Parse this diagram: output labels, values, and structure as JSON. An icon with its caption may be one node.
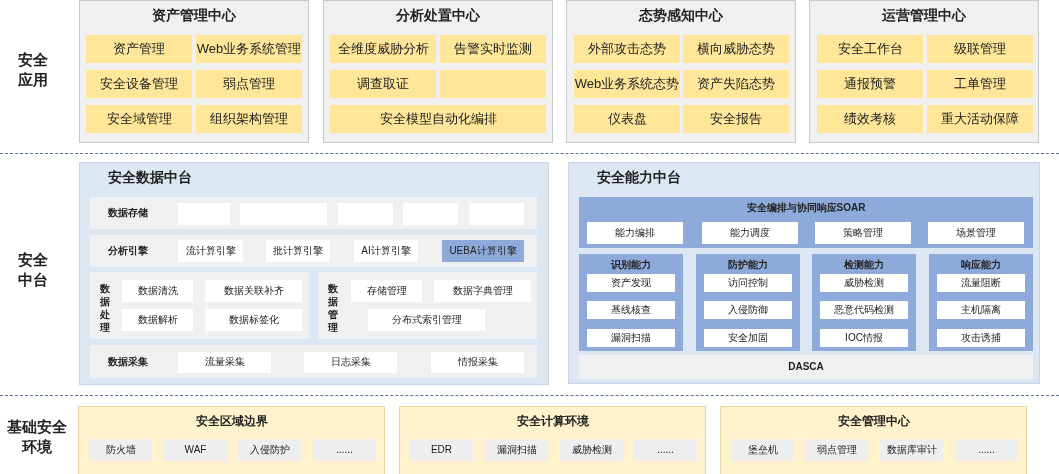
{
  "diagram": {
    "nodes": [
      {
        "text": [
          "资产管理中心"
        ]
      },
      {
        "text": [
          "资产管理"
        ],
        "in": 0
      },
      {
        "text": [
          "Web业务系统管理"
        ],
        "in": 0
      },
      {
        "text": [
          "安全设备管理"
        ],
        "in": 0
      },
      {
        "text": [
          "弱点管理"
        ],
        "in": 0
      },
      {
        "text": [
          "安全域管理"
        ],
        "in": 0
      },
      {
        "text": [
          "组织架构管理"
        ],
        "in": 0
      },
      {
        "text": [
          "分析处置中心"
        ]
      },
      {
        "text": [
          "全维度威胁分析"
        ],
        "in": 7
      },
      {
        "text": [
          "告警实时监测"
        ],
        "in": 7
      },
      {
        "text": [
          "调查取证"
        ],
        "in": 7
      },
      {
        "text": [],
        "shape": "box",
        "in": 7
      },
      {
        "text": [
          "安全模型自动化编排"
        ],
        "in": 7
      },
      {
        "text": [
          "态势感知中心"
        ]
      },
      {
        "text": [
          "外部攻击态势"
        ],
        "in": 13
      },
      {
        "text": [
          "横向威胁态势"
        ],
        "in": 13
      },
      {
        "text": [
          "Web业务系统态势"
        ],
        "in": 13
      },
      {
        "text": [
          "资产失陷态势"
        ],
        "in": 13
      },
      {
        "text": [
          "仪表盘"
        ],
        "in": 13
      },
      {
        "text": [
          "安全报告"
        ],
        "in": 13
      },
      {
        "text": [
          "运营管理中心"
        ]
      },
      {
        "text": [
          "安全工作台"
        ],
        "in": 20
      },
      {
        "text": [
          "级联管理"
        ],
        "in": 20
      },
      {
        "text": [
          "通报预警"
        ],
        "in": 20
      },
      {
        "text": [
          "工单管理"
        ],
        "in": 20
      },
      {
        "text": [
          "绩效考核"
        ],
        "in": 20
      },
      {
        "text": [
          "重大活动保障"
        ],
        "in": 20
      },
      {
        "text": [
          "安全数据中台"
        ]
      },
      {
        "text": [
          "数据存储"
        ],
        "in": 27
      },
      {
        "text": [],
        "shape": "box",
        "in": 28
      },
      {
        "text": [],
        "shape": "box",
        "in": 28
      },
      {
        "text": [],
        "shape": "box",
        "in": 28
      },
      {
        "text": [],
        "shape": "box",
        "in": 28
      },
      {
        "text": [],
        "shape": "box",
        "in": 28
      },
      {
        "text": [
          "分析引擎"
        ],
        "in": 27
      },
      {
        "text": [
          "流计算引擎"
        ],
        "in": 34
      },
      {
        "text": [
          "批计算引擎"
        ],
        "in": 34
      },
      {
        "text": [
          "AI计算引擎"
        ],
        "in": 34
      },
      {
        "text": [
          "UEBA计算引擎"
        ],
        "in": 34
      },
      {
        "text": [
          "数据处理"
        ],
        "in": 27
      },
      {
        "text": [
          "数据清洗"
        ],
        "in": 39
      },
      {
        "text": [
          "数据关联补齐"
        ],
        "in": 39
      },
      {
        "text": [
          "数据解析"
        ],
        "in": 39
      },
      {
        "text": [
          "数据标签化"
        ],
        "in": 39
      },
      {
        "text": [
          "数据管理"
        ],
        "in": 27
      },
      {
        "text": [
          "存储管理"
        ],
        "in": 44
      },
      {
        "text": [
          "数据字典管理"
        ],
        "in": 44
      },
      {
        "text": [
          "分布式索引管理"
        ],
        "in": 44
      },
      {
        "text": [
          "数据采集"
        ],
        "in": 27
      },
      {
        "text": [
          "流量采集"
        ],
        "in": 48
      },
      {
        "text": [
          "日志采集"
        ],
        "in": 48
      },
      {
        "text": [
          "情报采集"
        ],
        "in": 48
      },
      {
        "text": [
          "安全能力中台"
        ]
      },
      {
        "text": [
          "安全编排与协同响应SOAR"
        ],
        "in": 52
      },
      {
        "text": [
          "能力编排"
        ],
        "in": 53
      },
      {
        "text": [
          "能力调度"
        ],
        "in": 53
      },
      {
        "text": [
          "策略管理"
        ],
        "in": 53
      },
      {
        "text": [
          "场景管理"
        ],
        "in": 53
      },
      {
        "text": [
          "识别能力"
        ],
        "in": 52
      },
      {
        "text": [
          "资产发现"
        ],
        "in": 58
      },
      {
        "text": [
          "基线核查"
        ],
        "in": 58
      },
      {
        "text": [
          "漏洞扫描"
        ],
        "in": 58
      },
      {
        "text": [
          "防护能力"
        ],
        "in": 52
      },
      {
        "text": [
          "访问控制"
        ],
        "in": 62
      },
      {
        "text": [
          "入侵防御"
        ],
        "in": 62
      },
      {
        "text": [
          "安全加固"
        ],
        "in": 62
      },
      {
        "text": [
          "检测能力"
        ],
        "in": 52
      },
      {
        "text": [
          "威胁检测"
        ],
        "in": 66
      },
      {
        "text": [
          "恶意代码检测"
        ],
        "in": 66
      },
      {
        "text": [
          "IOC情报"
        ],
        "in": 66
      },
      {
        "text": [
          "响应能力"
        ],
        "in": 52
      },
      {
        "text": [
          "流量阻断"
        ],
        "in": 70
      },
      {
        "text": [
          "主机隔离"
        ],
        "in": 70
      },
      {
        "text": [
          "攻击诱捕"
        ],
        "in": 70
      },
      {
        "text": [
          "DASCA"
        ],
        "in": 52
      },
      {
        "text": [
          "安全区域边界"
        ]
      },
      {
        "text": [
          "防火墙"
        ],
        "in": 75
      },
      {
        "text": [
          "WAF"
        ],
        "in": 75
      },
      {
        "text": [
          "入侵防护"
        ],
        "in": 75
      },
      {
        "text": [
          "......"
        ],
        "in": 75
      },
      {
        "text": [
          "安全计算环境"
        ]
      },
      {
        "text": [
          "EDR"
        ],
        "in": 80
      },
      {
        "text": [
          "漏洞扫描"
        ],
        "in": 80
      },
      {
        "text": [
          "威胁检测"
        ],
        "in": 80
      },
      {
        "text": [
          "......"
        ],
        "in": 80
      },
      {
        "text": [
          "安全管理中心"
        ]
      },
      {
        "text": [
          "堡垒机"
        ],
        "in": 85
      },
      {
        "text": [
          "弱点管理"
        ],
        "in": 85
      },
      {
        "text": [
          "数据库审计"
        ],
        "in": 85
      },
      {
        "text": [
          "......"
        ],
        "in": 85
      }
    ],
    "labels": [
      "安全应用",
      "安全中台",
      "基础安全环境"
    ]
  }
}
